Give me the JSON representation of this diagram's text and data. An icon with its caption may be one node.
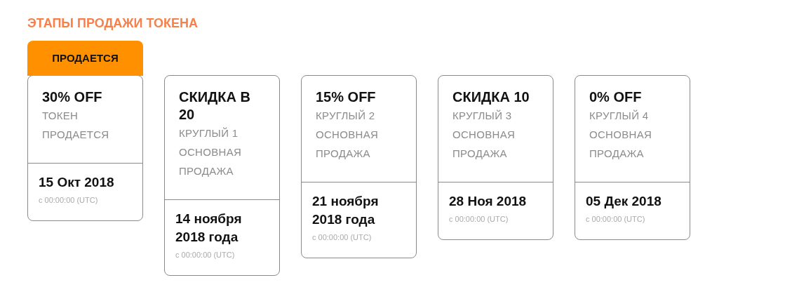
{
  "diagram": {
    "title": "ЭТАПЫ ПРОДАЖИ ТОКЕНА",
    "nodes": [
      {
        "text": [
          "ПРОДАЕТСЯ"
        ]
      },
      {
        "text": [
          "30% OFF",
          "ТОКЕН ПРОДАЕТСЯ",
          "15 Окт 2018",
          "с 00:00:00 (UTC)"
        ]
      },
      {
        "text": [
          "СКИДКА В 20",
          "КРУГЛЫЙ 1 ОСНОВНАЯ ПРОДАЖА",
          "14 ноября 2018 года",
          "с 00:00:00 (UTC)"
        ]
      },
      {
        "text": [
          "15% OFF",
          "КРУГЛЫЙ 2 ОСНОВНАЯ ПРОДАЖА",
          "21 ноября 2018 года",
          "с 00:00:00 (UTC)"
        ]
      },
      {
        "text": [
          "СКИДКА 10",
          "КРУГЛЫЙ 3 ОСНОВНАЯ ПРОДАЖА",
          "28 Ноя 2018",
          "с 00:00:00 (UTC)"
        ]
      },
      {
        "text": [
          "0% OFF",
          "КРУГЛЫЙ 4 ОСНОВНАЯ ПРОДАЖА",
          "05 Дек 2018",
          "с 00:00:00 (UTC)"
        ]
      }
    ]
  }
}
